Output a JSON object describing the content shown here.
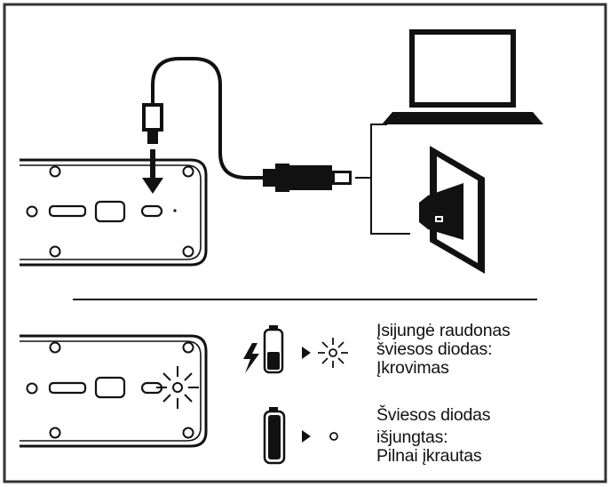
{
  "status_charging": {
    "lines": [
      "Įsijungė raudonas",
      "šviesos diodas:",
      "Įkrovimas"
    ]
  },
  "status_full": {
    "lines": [
      "Šviesos diodas",
      "išjungtas:",
      "Pilnai įkrautas"
    ]
  },
  "colors": {
    "ink": "#111111",
    "frame": "#333333",
    "background": "#ffffff"
  },
  "icons": [
    "device-bar-top",
    "usb-cable",
    "arrow-down",
    "laptop-icon",
    "wall-adapter-icon",
    "device-bar-bottom",
    "led-on-icon",
    "lightning-icon",
    "battery-charging-icon",
    "arrow-right-icon",
    "led-off-icon",
    "battery-full-icon"
  ]
}
